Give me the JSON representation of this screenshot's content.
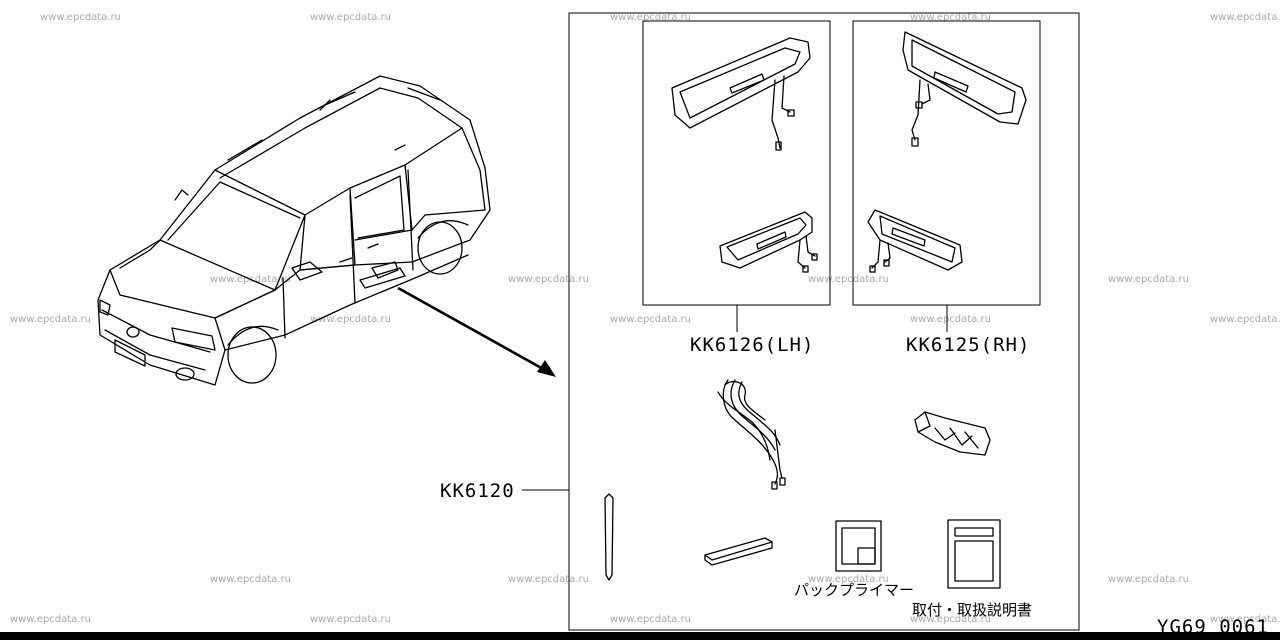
{
  "watermarks": {
    "text": "www.epcdata.ru",
    "rows": [
      [
        [
          40,
          20
        ],
        [
          310,
          20
        ],
        [
          610,
          20
        ],
        [
          910,
          20
        ],
        [
          1210,
          20
        ]
      ],
      [
        [
          210,
          282
        ],
        [
          508,
          282
        ],
        [
          808,
          282
        ],
        [
          1108,
          282
        ]
      ],
      [
        [
          10,
          322
        ],
        [
          310,
          322
        ],
        [
          610,
          322
        ],
        [
          910,
          322
        ],
        [
          1210,
          322
        ]
      ],
      [
        [
          210,
          582
        ],
        [
          508,
          582
        ],
        [
          808,
          582
        ],
        [
          1108,
          582
        ]
      ],
      [
        [
          10,
          622
        ],
        [
          310,
          622
        ],
        [
          610,
          622
        ],
        [
          910,
          622
        ],
        [
          1210,
          622
        ]
      ]
    ]
  },
  "labels": {
    "kit": "KK6120",
    "lh": "KK6126(LH)",
    "rh": "KK6125(RH)",
    "primer": "パックプライマー",
    "manual": "取付・取扱説明書",
    "diagram_code": "YG69 0061"
  }
}
